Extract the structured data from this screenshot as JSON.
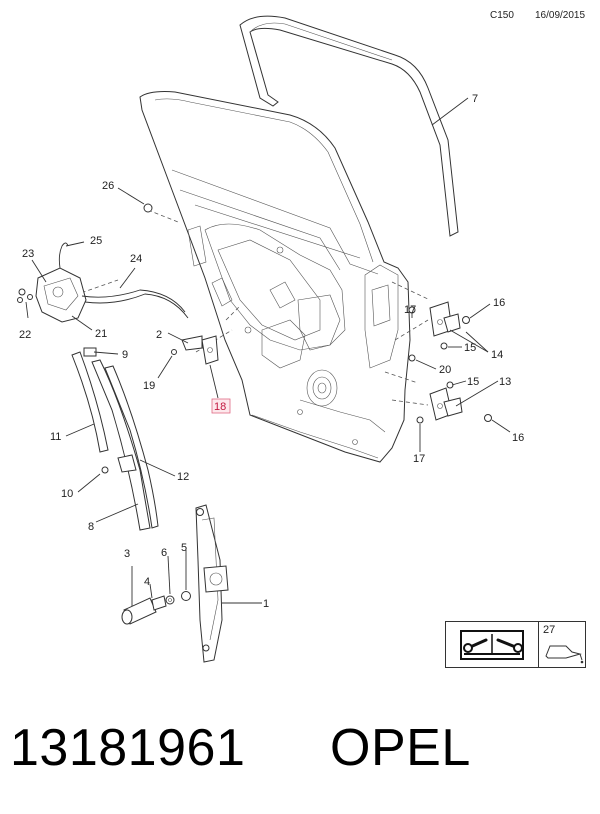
{
  "header": {
    "code": "C150",
    "date": "16/09/2015"
  },
  "callouts": [
    "1",
    "2",
    "3",
    "4",
    "5",
    "6",
    "7",
    "8",
    "9",
    "10",
    "11",
    "12",
    "13",
    "14",
    "15",
    "15",
    "16",
    "16",
    "17",
    "17",
    "18",
    "19",
    "20",
    "21",
    "22",
    "23",
    "24",
    "25",
    "26"
  ],
  "legend": {
    "number": "27",
    "icon": "wrench-book-icon",
    "oil_icon": "oil-can-icon"
  },
  "highlight_color": "#c2183f",
  "footer": {
    "part_number": "13181961",
    "brand": "OPEL"
  }
}
